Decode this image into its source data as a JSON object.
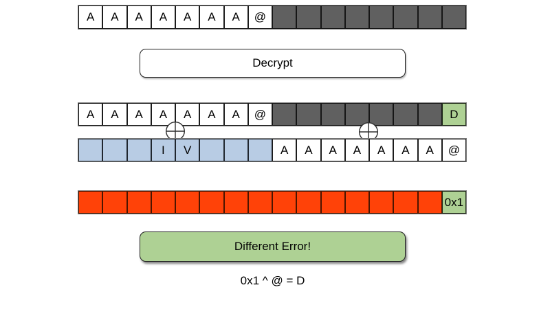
{
  "colors": {
    "white": "#ffffff",
    "dark": "#606060",
    "blue": "#b8cce4",
    "green": "#aed194",
    "red": "#ff4208"
  },
  "icons": {
    "xor": "⊕"
  },
  "labels": {
    "decrypt": "Decrypt",
    "different_error": "Different Error!",
    "equation": "0x1 ^ @ = D"
  },
  "rows": [
    {
      "cells": [
        {
          "t": "A",
          "f": "white"
        },
        {
          "t": "A",
          "f": "white"
        },
        {
          "t": "A",
          "f": "white"
        },
        {
          "t": "A",
          "f": "white"
        },
        {
          "t": "A",
          "f": "white"
        },
        {
          "t": "A",
          "f": "white"
        },
        {
          "t": "A",
          "f": "white"
        },
        {
          "t": "@",
          "f": "white"
        },
        {
          "t": "",
          "f": "dark"
        },
        {
          "t": "",
          "f": "dark"
        },
        {
          "t": "",
          "f": "dark"
        },
        {
          "t": "",
          "f": "dark"
        },
        {
          "t": "",
          "f": "dark"
        },
        {
          "t": "",
          "f": "dark"
        },
        {
          "t": "",
          "f": "dark"
        },
        {
          "t": "",
          "f": "dark"
        }
      ]
    },
    {
      "cells": [
        {
          "t": "A",
          "f": "white"
        },
        {
          "t": "A",
          "f": "white"
        },
        {
          "t": "A",
          "f": "white"
        },
        {
          "t": "A",
          "f": "white"
        },
        {
          "t": "A",
          "f": "white"
        },
        {
          "t": "A",
          "f": "white"
        },
        {
          "t": "A",
          "f": "white"
        },
        {
          "t": "@",
          "f": "white"
        },
        {
          "t": "",
          "f": "dark"
        },
        {
          "t": "",
          "f": "dark"
        },
        {
          "t": "",
          "f": "dark"
        },
        {
          "t": "",
          "f": "dark"
        },
        {
          "t": "",
          "f": "dark"
        },
        {
          "t": "",
          "f": "dark"
        },
        {
          "t": "",
          "f": "dark"
        },
        {
          "t": "D",
          "f": "green"
        }
      ]
    },
    {
      "cells": [
        {
          "t": "",
          "f": "blue"
        },
        {
          "t": "",
          "f": "blue"
        },
        {
          "t": "",
          "f": "blue"
        },
        {
          "t": "I",
          "f": "blue"
        },
        {
          "t": "V",
          "f": "blue"
        },
        {
          "t": "",
          "f": "blue"
        },
        {
          "t": "",
          "f": "blue"
        },
        {
          "t": "",
          "f": "blue"
        },
        {
          "t": "A",
          "f": "white"
        },
        {
          "t": "A",
          "f": "white"
        },
        {
          "t": "A",
          "f": "white"
        },
        {
          "t": "A",
          "f": "white"
        },
        {
          "t": "A",
          "f": "white"
        },
        {
          "t": "A",
          "f": "white"
        },
        {
          "t": "A",
          "f": "white"
        },
        {
          "t": "@",
          "f": "white"
        }
      ]
    },
    {
      "cells": [
        {
          "t": "",
          "f": "red"
        },
        {
          "t": "",
          "f": "red"
        },
        {
          "t": "",
          "f": "red"
        },
        {
          "t": "",
          "f": "red"
        },
        {
          "t": "",
          "f": "red"
        },
        {
          "t": "",
          "f": "red"
        },
        {
          "t": "",
          "f": "red"
        },
        {
          "t": "",
          "f": "red"
        },
        {
          "t": "",
          "f": "red"
        },
        {
          "t": "",
          "f": "red"
        },
        {
          "t": "",
          "f": "red"
        },
        {
          "t": "",
          "f": "red"
        },
        {
          "t": "",
          "f": "red"
        },
        {
          "t": "",
          "f": "red"
        },
        {
          "t": "",
          "f": "red"
        },
        {
          "t": "0x1",
          "f": "green"
        }
      ]
    }
  ]
}
